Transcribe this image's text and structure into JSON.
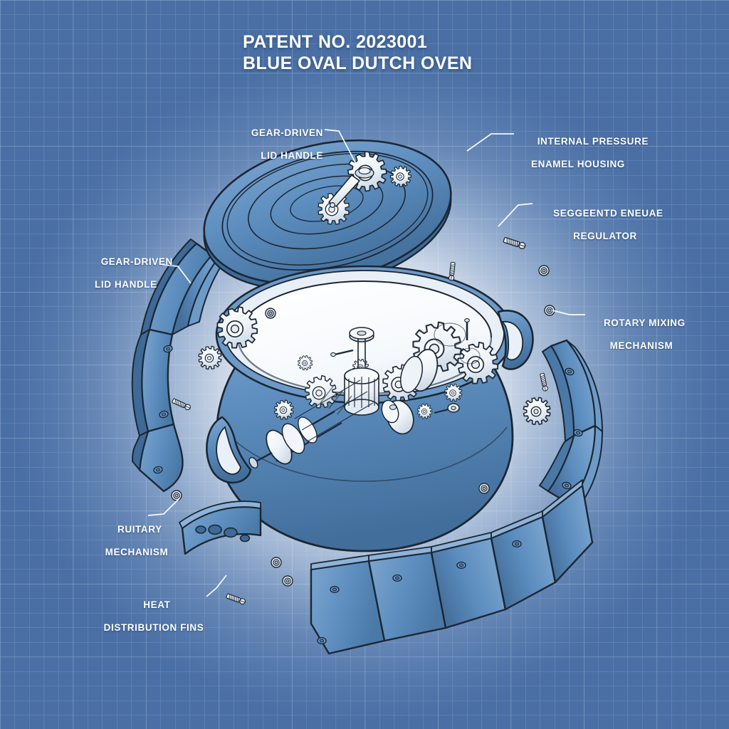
{
  "title": {
    "line1": "PATENT NO. 2023001",
    "line2": "BLUE OVAL DUTCH OVEN"
  },
  "colors": {
    "grid_bg": "#4a6fa5",
    "grid_line": "#7f9fc9",
    "glow": "#ffffff",
    "part_blue": "#5e8fc0",
    "part_blue_dark": "#4878ac",
    "part_blue_light": "#86aed6",
    "ink": "#1b2733",
    "metal": "#f2f5f8",
    "label_text": "#ffffff"
  },
  "labels": [
    {
      "id": "lid-handle-top",
      "line1": "GEAR-DRIVEN",
      "line2": "LID HANDLE"
    },
    {
      "id": "enamel-housing",
      "line1": "INTERNAL PRESSURE",
      "line2": "ENAMEL HOUSING"
    },
    {
      "id": "pressure-regulator",
      "line1": "SEGGEENTD ENEUAE",
      "line2": "REGULATOR"
    },
    {
      "id": "rotary-mixing",
      "line1": "ROTARY MIXING",
      "line2": "MECHANISM"
    },
    {
      "id": "lid-handle-left",
      "line1": "GEAR-DRIVEN",
      "line2": "LID HANDLE"
    },
    {
      "id": "rotary-mechanism",
      "line1": "RUITARY",
      "line2": "MECHANISM"
    },
    {
      "id": "heat-fins",
      "line1": "HEAT",
      "line2": "DISTRIBUTION FINS"
    }
  ],
  "diagram": {
    "type": "exploded-technical-blueprint",
    "subject": "oval dutch oven with internal clockwork mechanism",
    "parts": [
      "oval lid with concentric rings and gear cluster",
      "pot body with two loop handles",
      "oval opening revealing gear train",
      "left arc shell segments",
      "right arc shell segments",
      "bottom curved fin panels",
      "curved four-hole rotary bar",
      "loose gears, screws and washers"
    ]
  }
}
